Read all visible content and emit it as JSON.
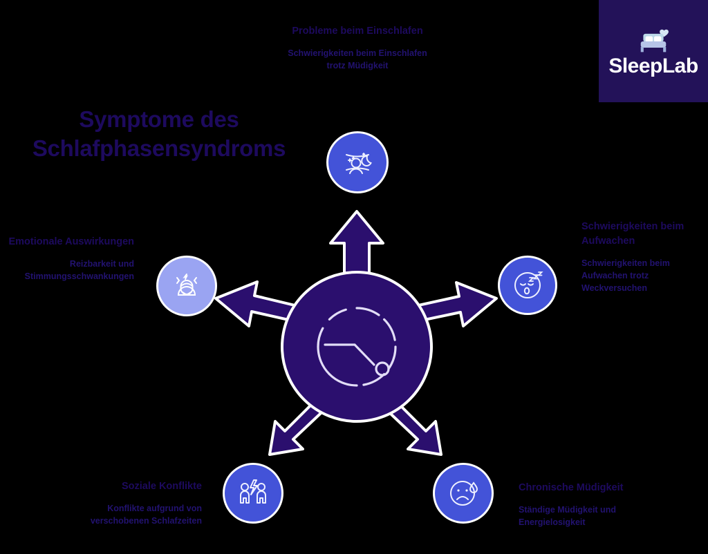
{
  "logo": {
    "name": "SleepLab",
    "icon": "bed-with-heart-icon",
    "panel_color": "#231259"
  },
  "title": {
    "line1": "Symptome des",
    "line2": "Schlafphasensyndroms",
    "color": "#1d0a5e"
  },
  "center": {
    "icon": "sleep-clock-icon",
    "color": "#2b0f6e"
  },
  "colors": {
    "background": "#000000",
    "hub": "#2b0f6e",
    "arrow": "#2b0f6e",
    "arrow_outline": "#ffffff",
    "node_blue": "#4353d8",
    "node_periwinkle": "#9aa4f2",
    "heading": "#1d0a5e",
    "description": "#221270"
  },
  "nodes": [
    {
      "id": "einschlafen",
      "heading": "Probleme beim Einschlafen",
      "description": "Schwierigkeiten beim Einschlafen trotz Müdigkeit",
      "icon": "moon-stars-person-icon",
      "circle_color": "#4353d8",
      "position": "top"
    },
    {
      "id": "aufwachen",
      "heading": "Schwierigkeiten beim Aufwachen",
      "description": "Schwierigkeiten beim Aufwachen trotz Weckversuchen",
      "icon": "sleeping-face-zzz-icon",
      "circle_color": "#4353d8",
      "position": "right"
    },
    {
      "id": "emotionale",
      "heading": "Emotionale Auswirkungen",
      "description": "Reizbarkeit und Stimmungsschwankungen",
      "icon": "stressed-person-icon",
      "circle_color": "#9aa4f2",
      "position": "left"
    },
    {
      "id": "soziale",
      "heading": "Soziale Konflikte",
      "description": "Konflikte aufgrund von verschobenen Schlafzeiten",
      "icon": "two-people-conflict-icon",
      "circle_color": "#4353d8",
      "position": "bottom-left"
    },
    {
      "id": "muedigkeit",
      "heading": "Chronische Müdigkeit",
      "description": "Ständige Müdigkeit und Energielosigkeit",
      "icon": "tired-face-sweat-icon",
      "circle_color": "#4353d8",
      "position": "bottom-right"
    }
  ]
}
